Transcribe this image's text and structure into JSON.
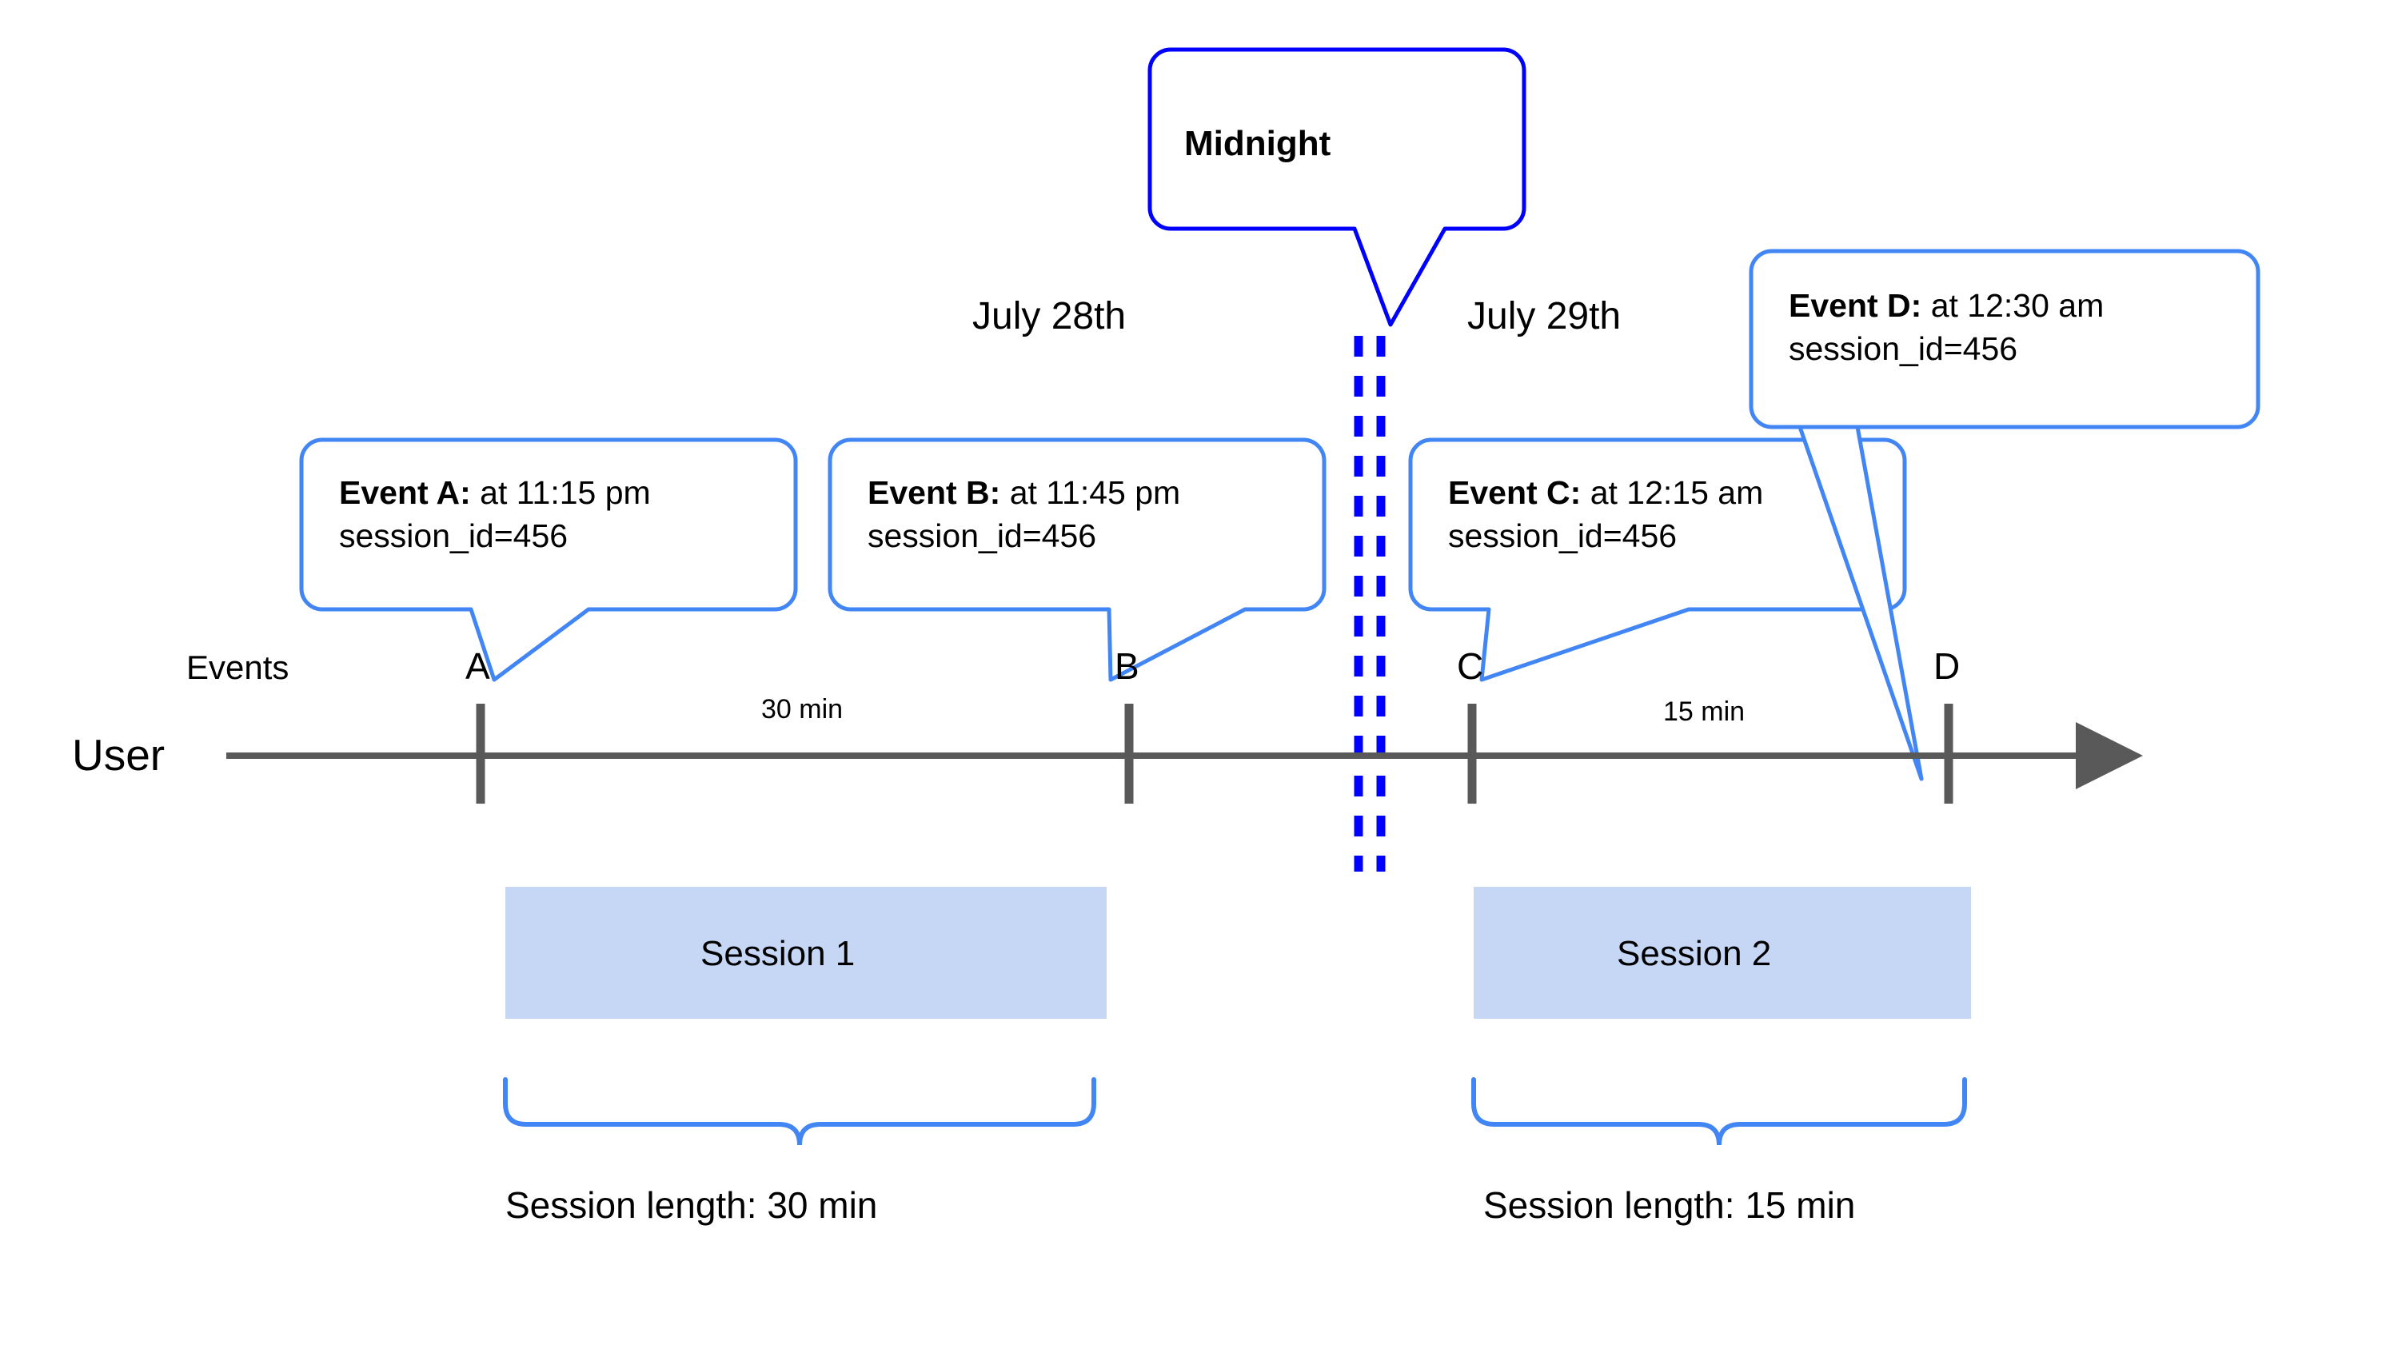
{
  "diagram": {
    "title": "Session splitting across midnight timeline",
    "colors": {
      "callout_border": "#4285F4",
      "midnight_border": "#0000FF",
      "midnight_dash": "#0000FF",
      "session_fill": "#C6D6F5",
      "axis": "#595959",
      "brace": "#4285F4",
      "text": "#000000"
    }
  },
  "axis": {
    "user_label": "User",
    "events_label": "Events",
    "markers": [
      {
        "id": "A",
        "label": "A"
      },
      {
        "id": "B",
        "label": "B"
      },
      {
        "id": "C",
        "label": "C"
      },
      {
        "id": "D",
        "label": "D"
      }
    ],
    "durations": [
      {
        "id": "ab",
        "label": "30 min"
      },
      {
        "id": "cd",
        "label": "15 min"
      }
    ]
  },
  "dates": {
    "left": "July 28th",
    "right": "July 29th"
  },
  "midnight": {
    "label": "Midnight"
  },
  "callouts": [
    {
      "id": "event-a",
      "title": "Event A:",
      "detail": " at 11:15 pm",
      "line2": "session_id=456"
    },
    {
      "id": "event-b",
      "title": "Event B:",
      "detail": " at 11:45 pm",
      "line2": "session_id=456"
    },
    {
      "id": "event-c",
      "title": "Event C:",
      "detail": " at 12:15 am",
      "line2": "session_id=456"
    },
    {
      "id": "event-d",
      "title": "Event D:",
      "detail": " at 12:30 am",
      "line2": "session_id=456"
    }
  ],
  "sessions": [
    {
      "id": "session-1",
      "box_label": "Session 1",
      "length_label": "Session length: 30 min"
    },
    {
      "id": "session-2",
      "box_label": "Session 2",
      "length_label": "Session length: 15 min"
    }
  ]
}
